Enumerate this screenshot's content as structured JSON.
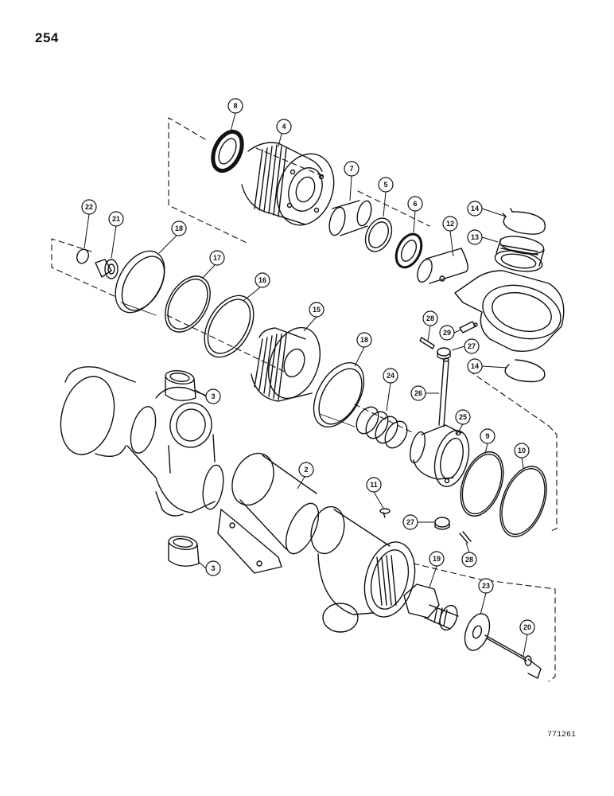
{
  "page_number": "254",
  "figure_code": "771261",
  "callouts": [
    "8",
    "4",
    "7",
    "5",
    "6",
    "12",
    "14",
    "13",
    "22",
    "21",
    "18",
    "17",
    "16",
    "15",
    "28",
    "29",
    "27",
    "14",
    "18",
    "24",
    "26",
    "25",
    "9",
    "10",
    "3",
    "2",
    "11",
    "27",
    "28",
    "19",
    "23",
    "20",
    "3"
  ]
}
